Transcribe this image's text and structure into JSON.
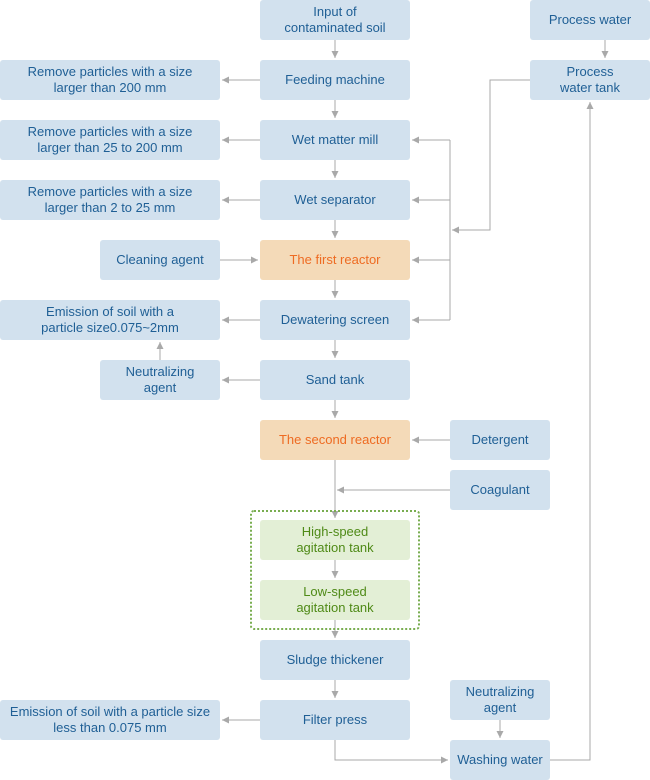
{
  "nodes": {
    "input": "Input of\ncontaminated soil",
    "feeding": "Feeding machine",
    "wet_mill": "Wet matter mill",
    "wet_separator": "Wet separator",
    "first_reactor": "The first reactor",
    "dewatering": "Dewatering screen",
    "sand_tank": "Sand tank",
    "second_reactor": "The second reactor",
    "high_speed": "High-speed\nagitation tank",
    "low_speed": "Low-speed\nagitation tank",
    "sludge": "Sludge thickener",
    "filter_press": "Filter press",
    "remove_200": "Remove particles with a size\nlarger than 200 mm",
    "remove_25_200": "Remove particles with a size\nlarger than 25 to 200 mm",
    "remove_2_25": "Remove particles with a size\nlarger than 2 to 25 mm",
    "cleaning_agent": "Cleaning agent",
    "emission_coarse": "Emission of soil with a\nparticle size0.075~2mm",
    "neutralizing_1": "Neutralizing\nagent",
    "emission_fine": "Emission of soil with a particle size\nless than 0.075 mm",
    "process_water": "Process water",
    "process_water_tank": "Process\nwater tank",
    "detergent": "Detergent",
    "coagulant": "Coagulant",
    "neutralizing_2": "Neutralizing\nagent",
    "washing_water": "Washing water"
  },
  "colors": {
    "blue_fill": "#d2e1ee",
    "blue_text": "#1f5f95",
    "reactor_fill": "#f4dab8",
    "reactor_text": "#ee6b22",
    "agitation_fill": "#e3efd6",
    "agitation_text": "#4f8a17",
    "connector": "#a9a9a9"
  }
}
